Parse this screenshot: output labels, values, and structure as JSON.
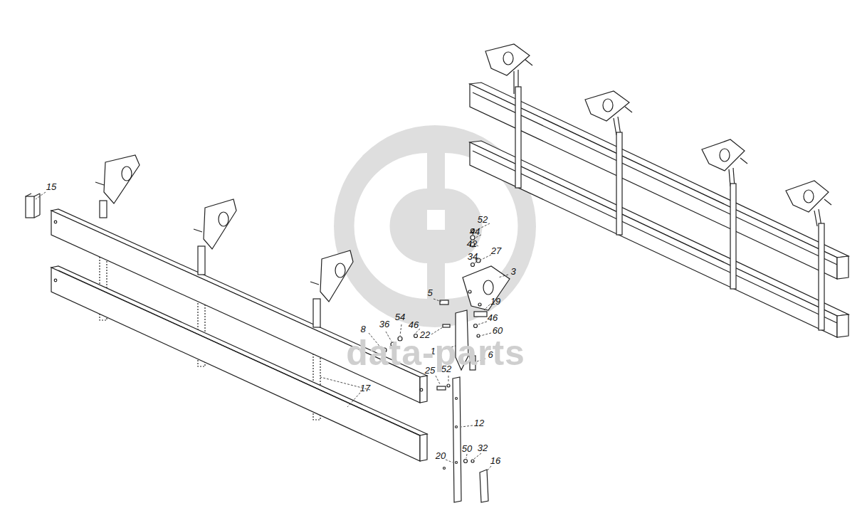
{
  "diagram": {
    "labels": [
      "15",
      "52",
      "44",
      "42",
      "27",
      "34",
      "3",
      "5",
      "19",
      "8",
      "36",
      "54",
      "46",
      "22",
      "46",
      "60",
      "1",
      "6",
      "17",
      "25",
      "52",
      "12",
      "50",
      "32",
      "20",
      "16",
      "data-parts"
    ]
  }
}
